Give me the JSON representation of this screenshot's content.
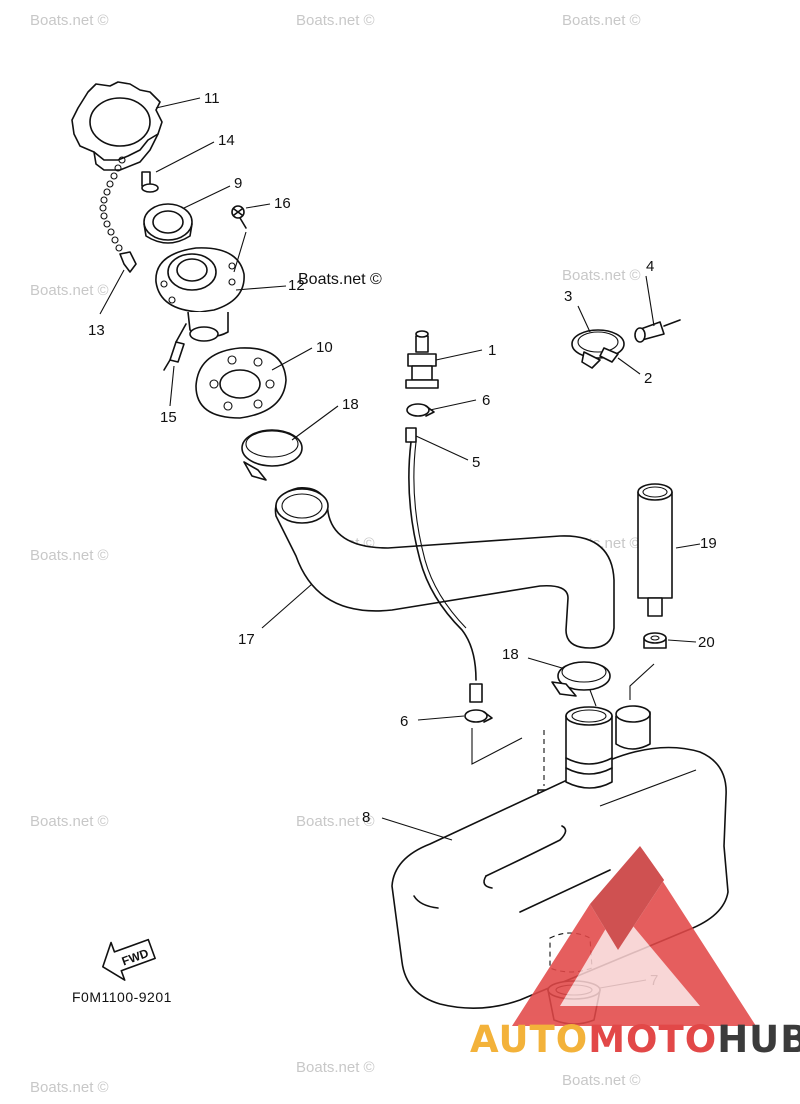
{
  "watermark": "Boats.net ©",
  "figure_code": "F0M1100-9201",
  "fwd_label": "FWD",
  "callouts": {
    "c1": "1",
    "c2": "2",
    "c3": "3",
    "c4": "4",
    "c5": "5",
    "c6a": "6",
    "c6b": "6",
    "c7": "7",
    "c8": "8",
    "c9": "9",
    "c10": "10",
    "c11": "11",
    "c12": "12",
    "c13": "13",
    "c14": "14",
    "c15": "15",
    "c16": "16",
    "c17": "17",
    "c18a": "18",
    "c18b": "18",
    "c19": "19",
    "c20": "20"
  },
  "brand": {
    "part1": "AUTO",
    "part2": "MOTO",
    "part3": "HUB"
  },
  "colors": {
    "brand_yellow": "#f3b23a",
    "brand_red": "#e24848",
    "brand_dark": "#3b3b3b"
  }
}
